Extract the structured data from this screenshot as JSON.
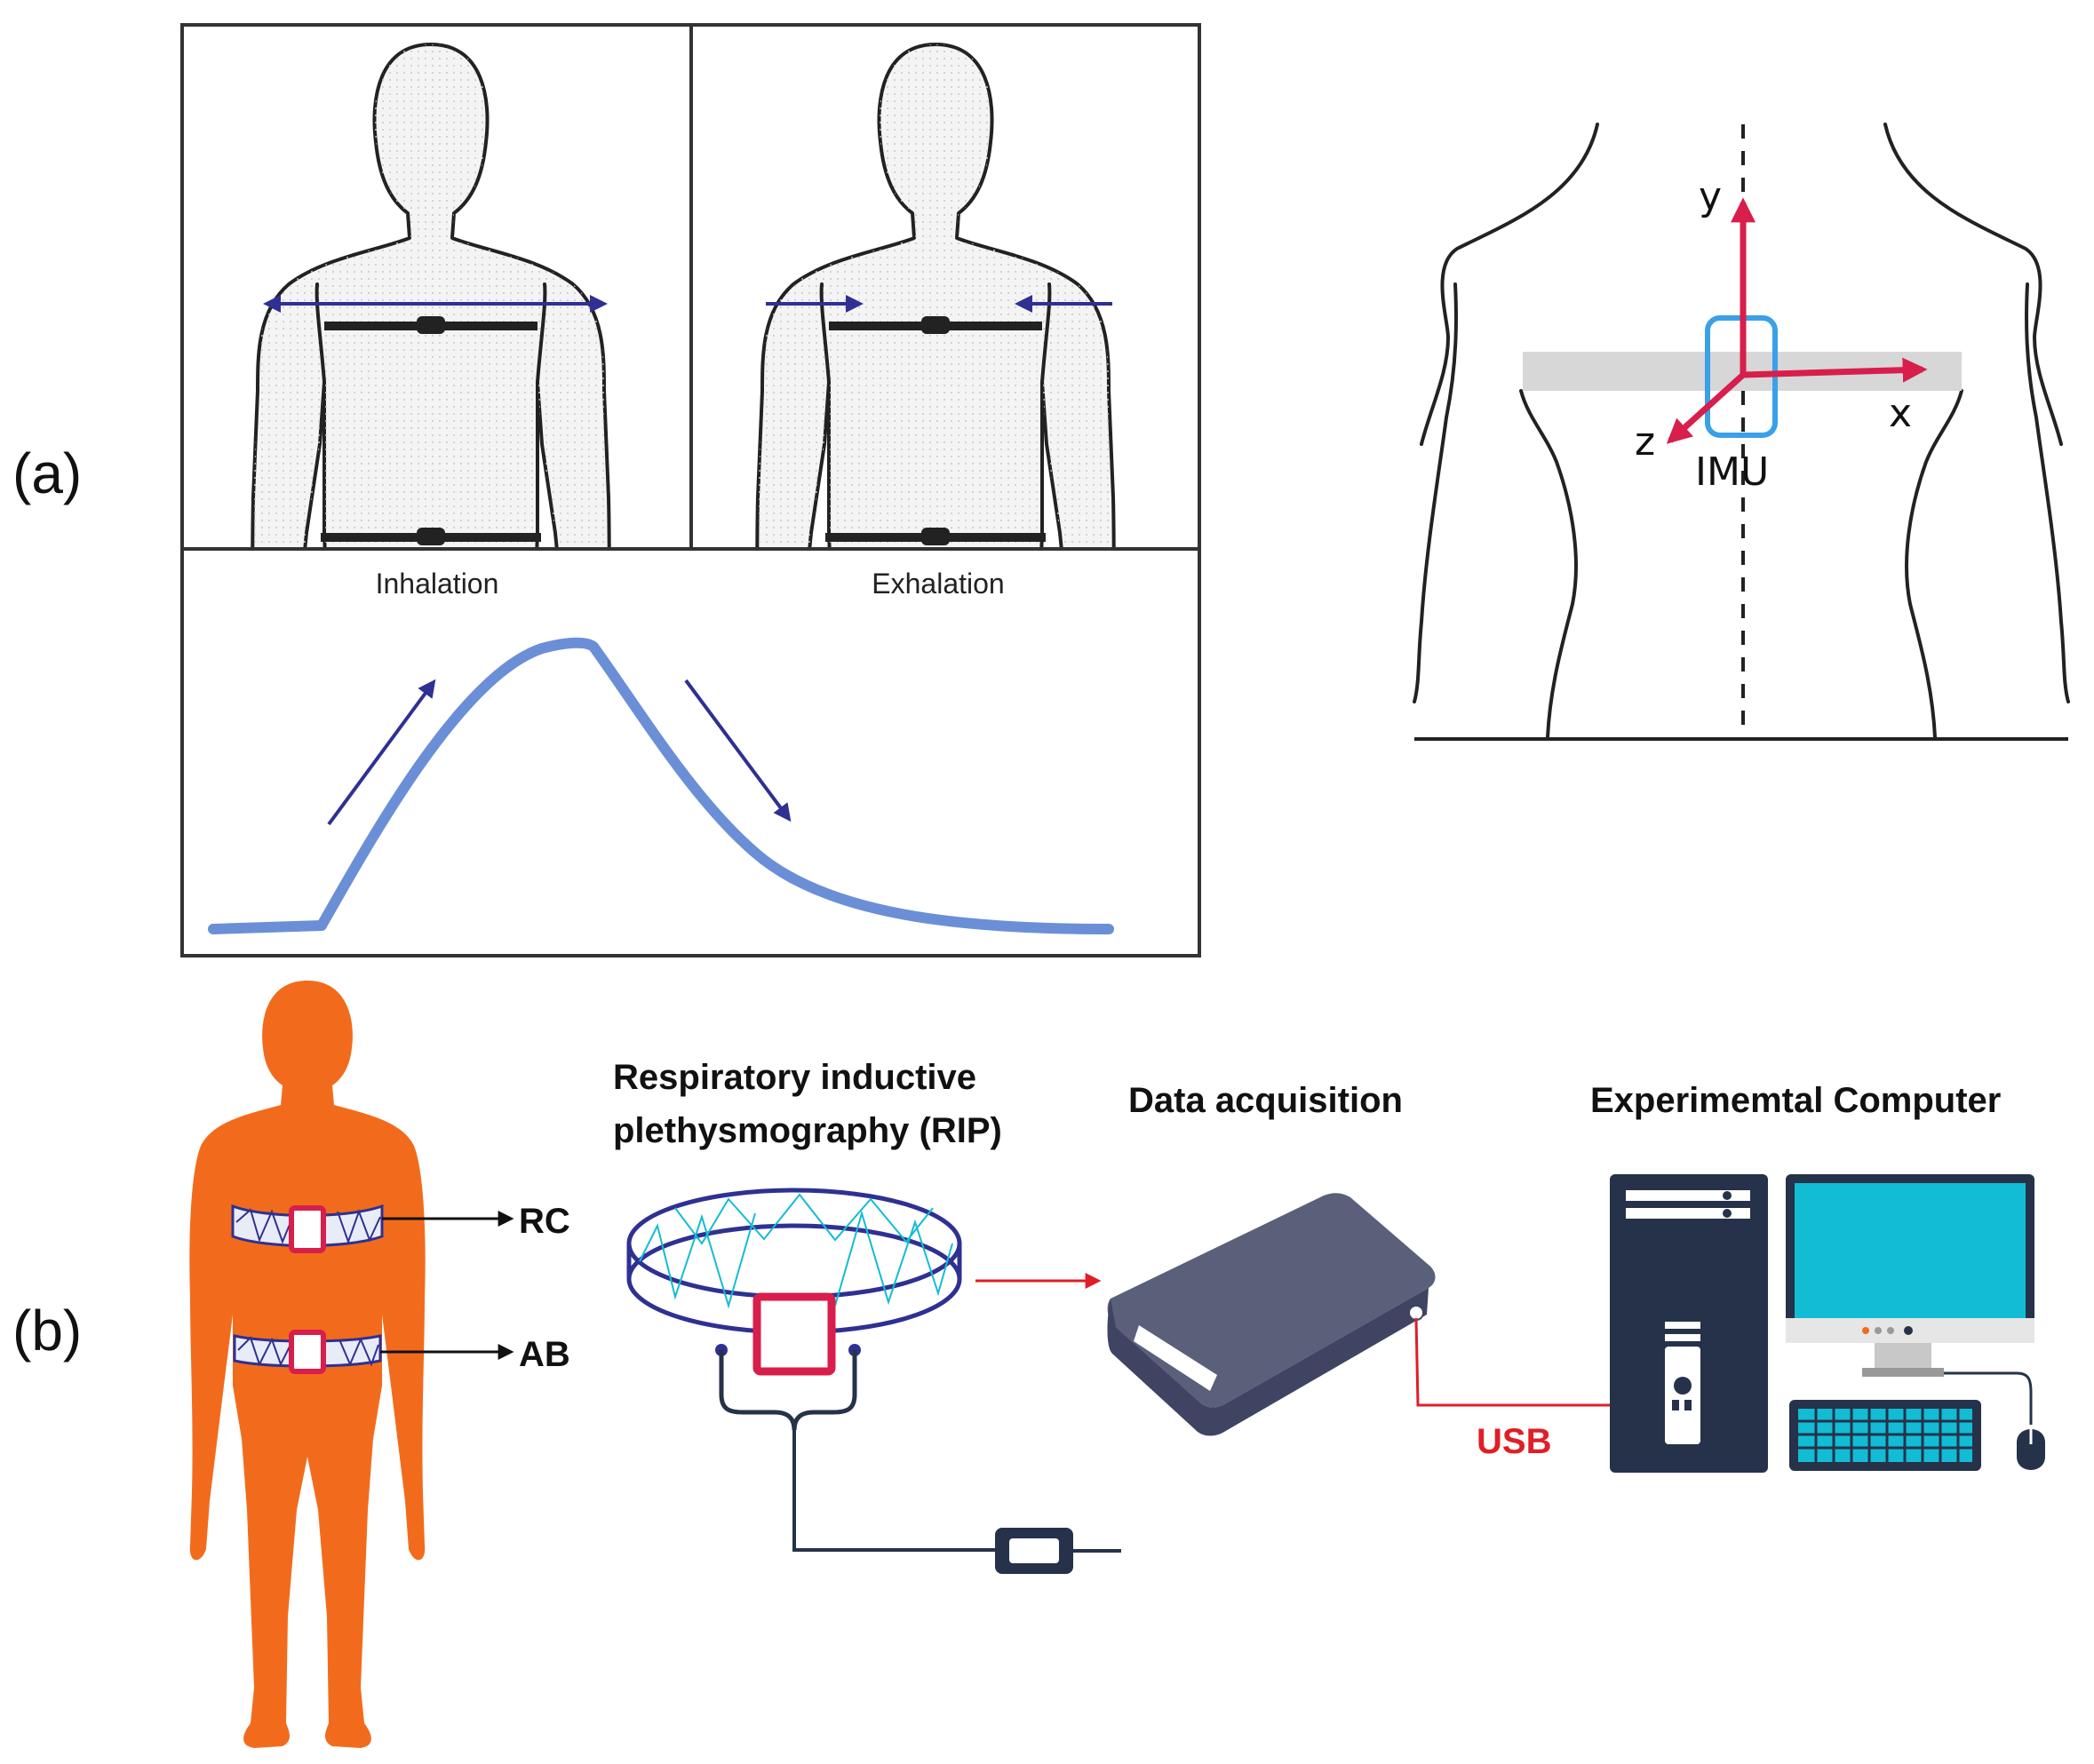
{
  "panels": {
    "a_label": "(a)",
    "b_label": "(b)"
  },
  "breathing": {
    "inhalation_label": "Inhalation",
    "exhalation_label": "Exhalation"
  },
  "imu": {
    "axis_x": "x",
    "axis_y": "y",
    "axis_z": "z",
    "sensor_label": "IMU"
  },
  "setup": {
    "rc_label": "RC",
    "ab_label": "AB",
    "rip_title_line1": "Respiratory inductive",
    "rip_title_line2": "plethysmography (RIP)",
    "daq_title": "Data acquisition",
    "computer_title": "Experimemtal Computer",
    "usb_label": "USB"
  },
  "colors": {
    "arrow_blue": "#2e3192",
    "signal_blue": "#6b8fd6",
    "imu_red": "#d81e4a",
    "imu_box": "#3aa0e8",
    "body_orange": "#f26b1d",
    "usb_red": "#e01e26",
    "screen_cyan": "#12bcd4",
    "device_gray": "#5a5f7a",
    "tower_dark": "#25324a"
  }
}
